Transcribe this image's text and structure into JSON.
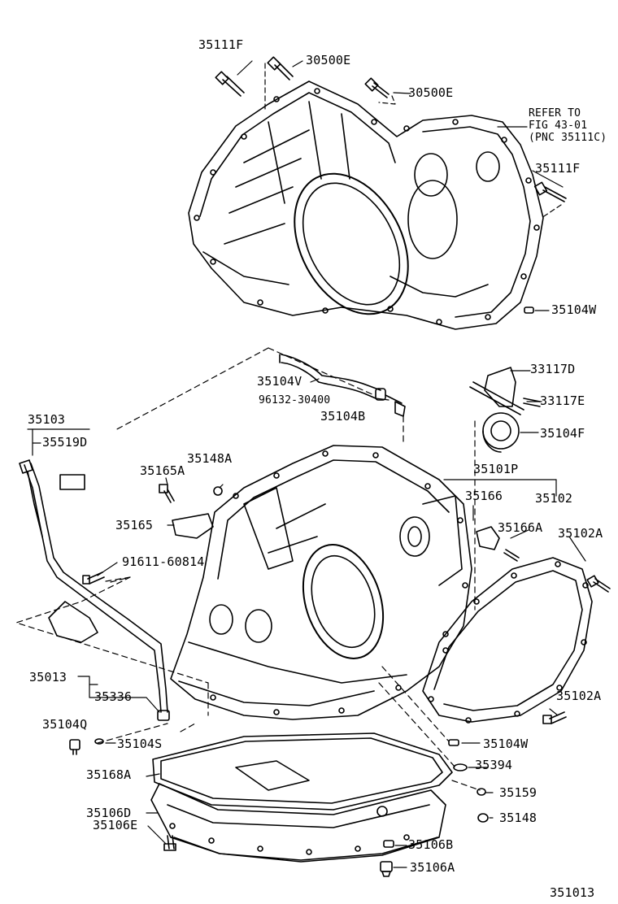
{
  "diagram": {
    "figure_id": "351013",
    "refer_note": [
      "REFER TO",
      "FIG 43-01",
      "(PNC 35111C)"
    ],
    "labels": {
      "p35111F_a": "35111F",
      "p30500E_a": "30500E",
      "p30500E_b": "30500E",
      "p35111F_b": "35111F",
      "p35104W_a": "35104W",
      "p35104V": "35104V",
      "p96132": "96132-30400",
      "p35104B": "35104B",
      "p33117D": "33117D",
      "p33117E": "33117E",
      "p35104F": "35104F",
      "p35103": "35103",
      "p35519D": "35519D",
      "p35148A": "35148A",
      "p35165A": "35165A",
      "p35101P": "35101P",
      "p35166": "35166",
      "p35102": "35102",
      "p35165": "35165",
      "p35166A": "35166A",
      "p35102A_a": "35102A",
      "p91611": "91611-60814",
      "p35013": "35013",
      "p35336": "35336",
      "p35102A_b": "35102A",
      "p35104Q": "35104Q",
      "p35104S": "35104S",
      "p35104W_b": "35104W",
      "p35168A": "35168A",
      "p35394": "35394",
      "p35159": "35159",
      "p35106D": "35106D",
      "p35148": "35148",
      "p35106B": "35106B",
      "p35106E": "35106E",
      "p35106A": "35106A"
    }
  }
}
